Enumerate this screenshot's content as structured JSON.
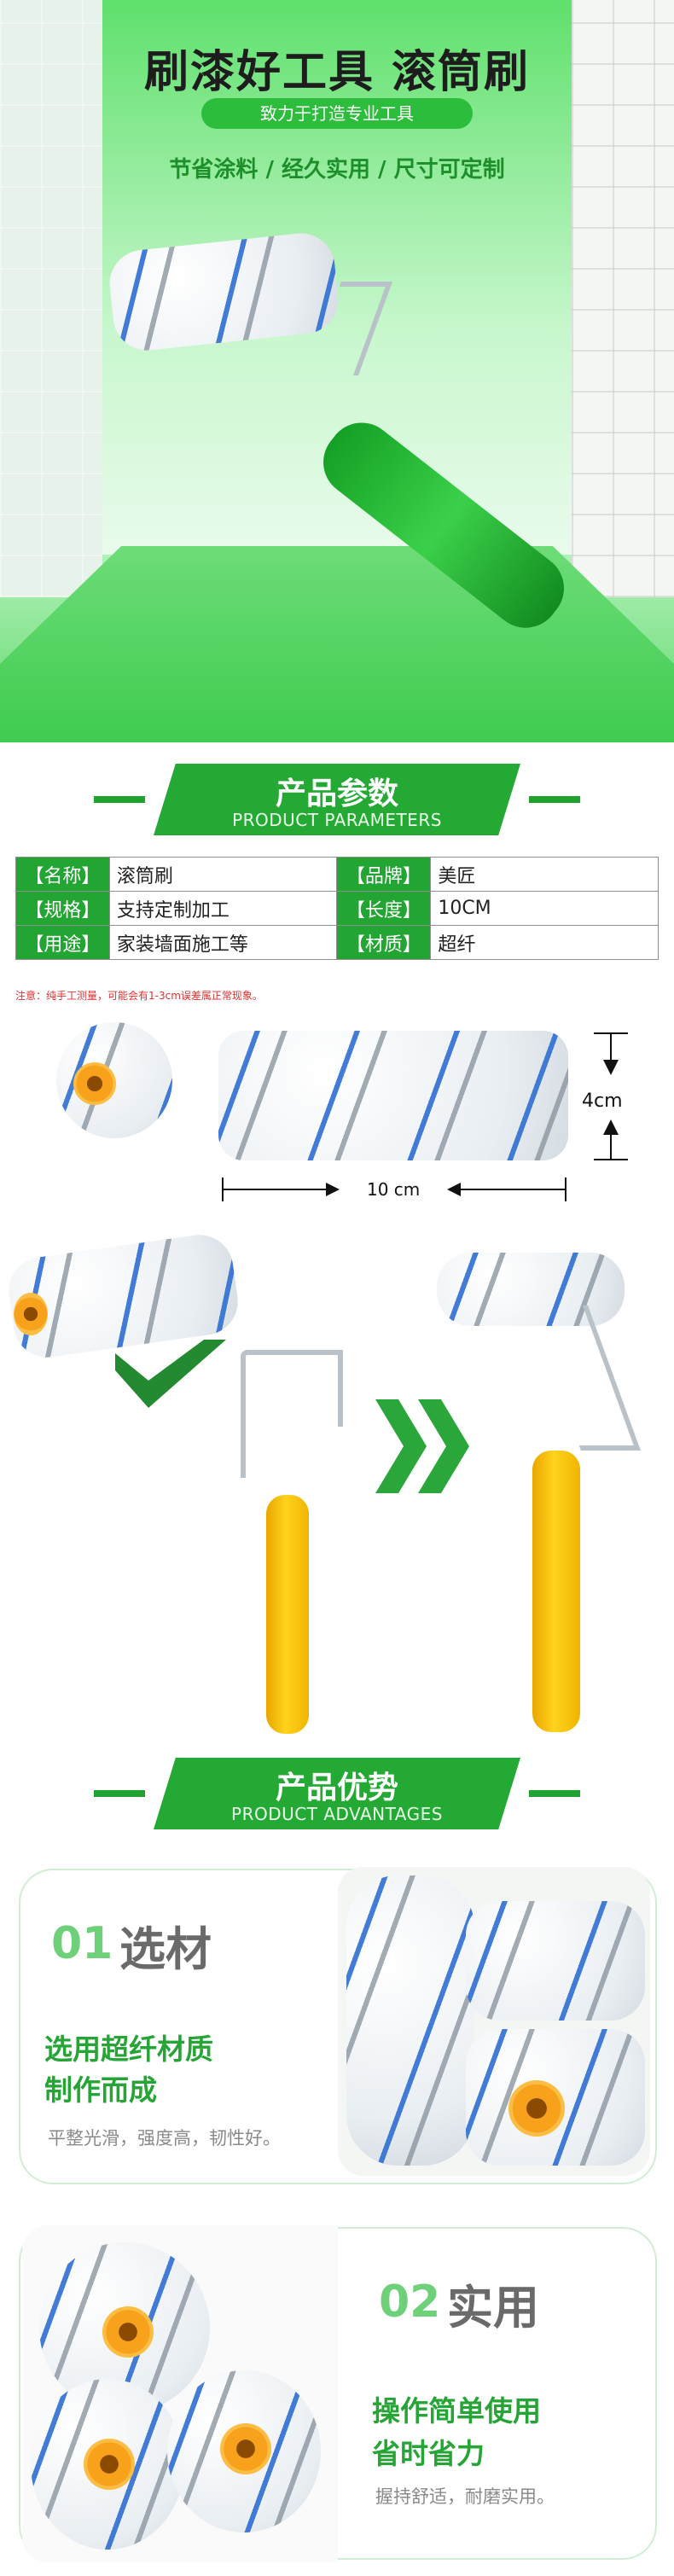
{
  "hero": {
    "title": "刷漆好工具 滚筒刷",
    "subtitle": "致力于打造专业工具",
    "features": "节省涂料 / 经久实用 / 尺寸可定制"
  },
  "params_section": {
    "title": "产品参数",
    "subtitle": "PRODUCT PARAMETERS",
    "rows": [
      {
        "k1": "【名称】",
        "v1": "滚筒刷",
        "k2": "【品牌】",
        "v2": "美匠"
      },
      {
        "k1": "【规格】",
        "v1": "支持定制加工",
        "k2": "【长度】",
        "v2": "10CM"
      },
      {
        "k1": "【用途】",
        "v1": "家装墙面施工等",
        "k2": "【材质】",
        "v2": "超纤"
      }
    ],
    "note": "注意：纯手工测量，可能会有1-3cm误差属正常现象。"
  },
  "dimensions": {
    "width_label": "10 cm",
    "height_label": "4cm"
  },
  "advantages_section": {
    "title": "产品优势",
    "subtitle": "PRODUCT ADVANTAGES",
    "items": [
      {
        "num": "01",
        "name": "选材",
        "head1": "选用超纤材质",
        "head2": "制作而成",
        "desc": "平整光滑，强度高，韧性好。"
      },
      {
        "num": "02",
        "name": "实用",
        "head1": "操作简单使用",
        "head2": "省时省力",
        "desc": "握持舒适，耐磨实用。"
      }
    ]
  },
  "colors": {
    "brand_green": "#25a935",
    "handle_yellow": "#ffd21c",
    "cap_orange": "#f7a21a"
  }
}
